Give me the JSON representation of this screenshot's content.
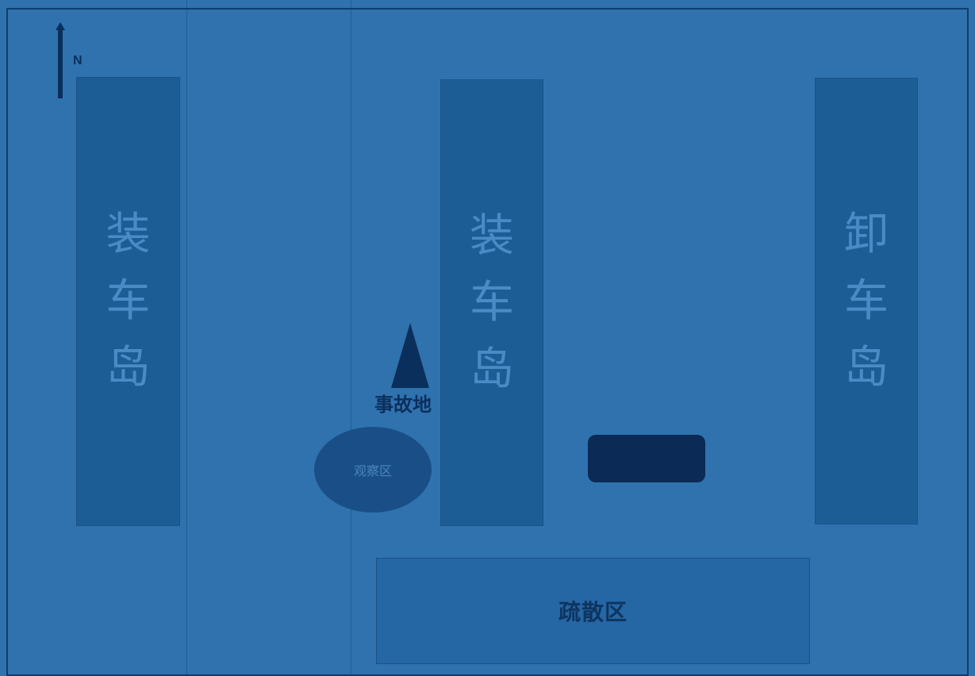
{
  "north": {
    "label": "N"
  },
  "islands": [
    {
      "name": "loading-island-west",
      "chars": [
        "装",
        "车",
        "岛"
      ]
    },
    {
      "name": "loading-island-center",
      "chars": [
        "装",
        "车",
        "岛"
      ]
    },
    {
      "name": "unloading-island-east",
      "chars": [
        "卸",
        "车",
        "岛"
      ]
    }
  ],
  "accident": {
    "label": "事故地"
  },
  "observe_zone": {
    "label": "观察区"
  },
  "evacuation_zone": {
    "label": "疏散区"
  },
  "colors": {
    "background": "#2f72ae",
    "island_fill": "#1d5d96",
    "island_text": "#4a8bc6",
    "marker": "#0b2f5c",
    "dark_block": "#0b2a55"
  }
}
